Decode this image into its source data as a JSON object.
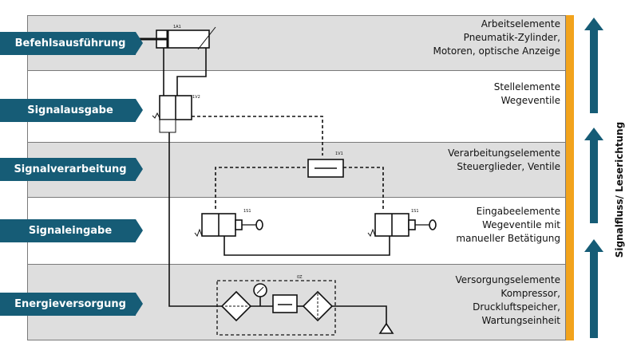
{
  "levels": [
    {
      "tag": "Befehlsausführung",
      "title": "Arbeitselemente",
      "lines": [
        "Pneumatik-Zylinder,",
        "Motoren, optische Anzeige"
      ]
    },
    {
      "tag": "Signalausgabe",
      "title": "Stellelemente",
      "lines": [
        "Wegeventile"
      ]
    },
    {
      "tag": "Signalverarbeitung",
      "title": "Verarbeitungselemente",
      "lines": [
        "Steuerglieder, Ventile"
      ]
    },
    {
      "tag": "Signaleingabe",
      "title": "Eingabeelemente",
      "lines": [
        "Wegeventile mit",
        "manueller Betätigung"
      ]
    },
    {
      "tag": "Energieversorgung",
      "title": "Versorgungselemente",
      "lines": [
        "Kompressor,",
        "Druckluftspeicher,",
        "Wartungseinheit"
      ]
    }
  ],
  "side_label": "Signalfluss/ Leserichtung",
  "components": {
    "cylinder": "1A1",
    "valve_out": "1V2",
    "valve_proc": "1V1",
    "input_left": "1S1",
    "input_right": "1S1",
    "supply": "0Z"
  },
  "colors": {
    "band_grey": "#dedede",
    "tag_blue": "#165c76",
    "orange": "#f2a31c"
  }
}
